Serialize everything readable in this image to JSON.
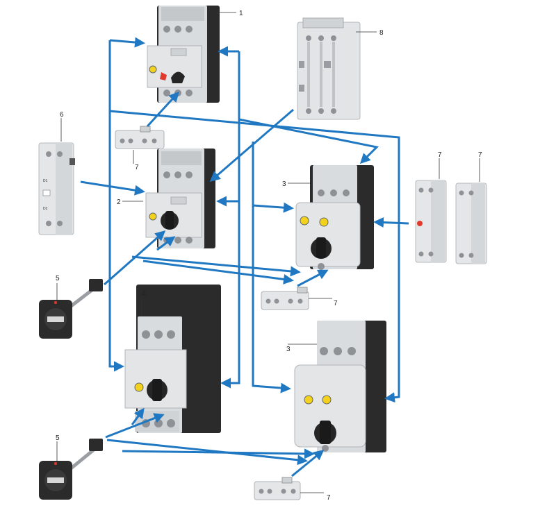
{
  "colors": {
    "arrow": "#1f78c1",
    "device_light": "#d9dcdf",
    "device_mid": "#c6cacd",
    "device_dark": "#2a2a2a",
    "knob": "#262626",
    "yellow": "#f2d21c",
    "red": "#e03a2e"
  },
  "callouts": {
    "c1": "1",
    "c2": "2",
    "c3a": "3",
    "c3b": "3",
    "c4": "4",
    "c5a": "5",
    "c5b": "5",
    "c6": "6",
    "c7a": "7",
    "c7b": "7",
    "c7c": "7",
    "c7d": "7",
    "c7e": "7",
    "c8": "8"
  },
  "device_markings": {
    "d1": "D1",
    "d2": "D2"
  },
  "icons": [
    "motor-protective-breaker-icon",
    "rotary-handle-icon",
    "auxiliary-contact-icon",
    "busbar-adapter-icon",
    "arrow-icon"
  ]
}
